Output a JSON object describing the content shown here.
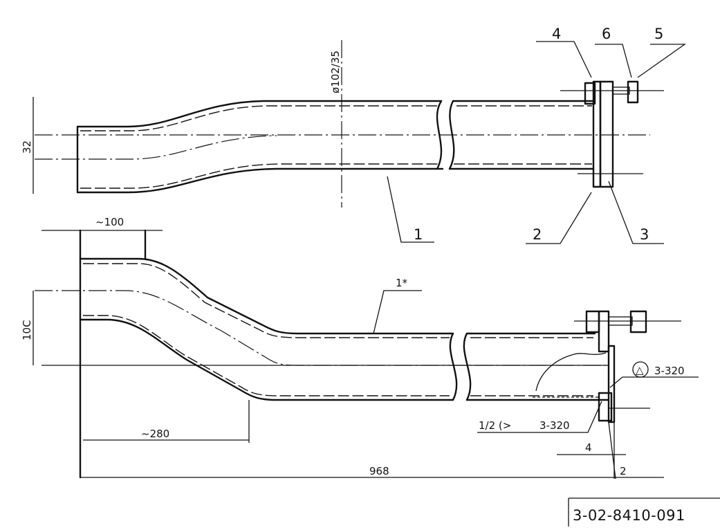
{
  "drawing_number": "3-02-8410-091",
  "part_numbers": {
    "p1": "1",
    "p2": "2",
    "p3": "3",
    "p4": "4",
    "p5": "5",
    "p6": "6",
    "p1_star": "1*"
  },
  "dimensions": {
    "diameter": "ø102/35",
    "offset_top": "32",
    "width_100": "~100",
    "offset_bottom": "10C",
    "length_280": "~280",
    "total_length": "968",
    "plate_thickness": "4",
    "gap": "2"
  },
  "weld_notes": {
    "weld_symbol": "△",
    "weld_ref_upper": "3-320",
    "weld_ref_lower_prefix": "1/2 (>",
    "weld_ref_lower": "3-320"
  }
}
